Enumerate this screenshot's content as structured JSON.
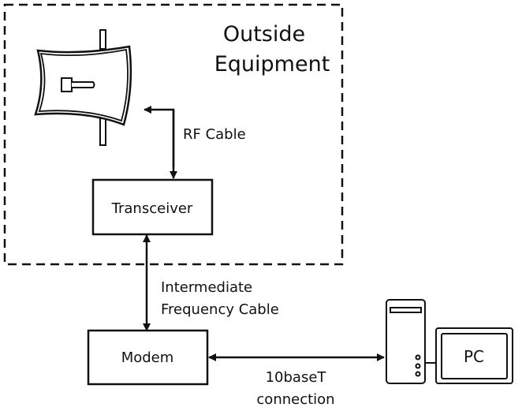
{
  "group": {
    "title_line1": "Outside",
    "title_line2": "Equipment"
  },
  "nodes": {
    "antenna": {
      "icon": "dish-antenna-icon"
    },
    "transceiver": {
      "label": "Transceiver"
    },
    "modem": {
      "label": "Modem"
    },
    "pc": {
      "label": "PC",
      "icon": "desktop-computer-icon"
    }
  },
  "edges": {
    "rf": {
      "label": "RF Cable"
    },
    "if": {
      "label_line1": "Intermediate",
      "label_line2": "Frequency Cable"
    },
    "ethernet": {
      "label_line1": "10baseT",
      "label_line2": "connection"
    }
  },
  "colors": {
    "stroke": "#111111",
    "background": "#ffffff"
  }
}
